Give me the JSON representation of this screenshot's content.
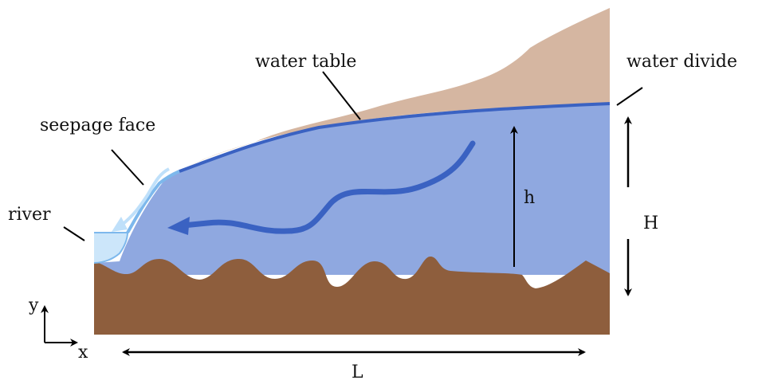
{
  "labels": {
    "water_table": "water table",
    "water_divide": "water divide",
    "seepage_face": "seepage face",
    "river": "river",
    "h": "h",
    "H": "H",
    "L": "L",
    "y": "y",
    "x": "x"
  },
  "colors": {
    "soil_surface": "#d5b6a1",
    "groundwater": "#8fa8e0",
    "water_table_line": "#3a62c2",
    "flow_arrow": "#3a62c2",
    "bedrock": "#8e5e3d",
    "river": "#cce6fa",
    "river_edge": "#7db8ec",
    "seepage_arrow": "#bfe0fa",
    "dimension_arrows": "#000000"
  }
}
